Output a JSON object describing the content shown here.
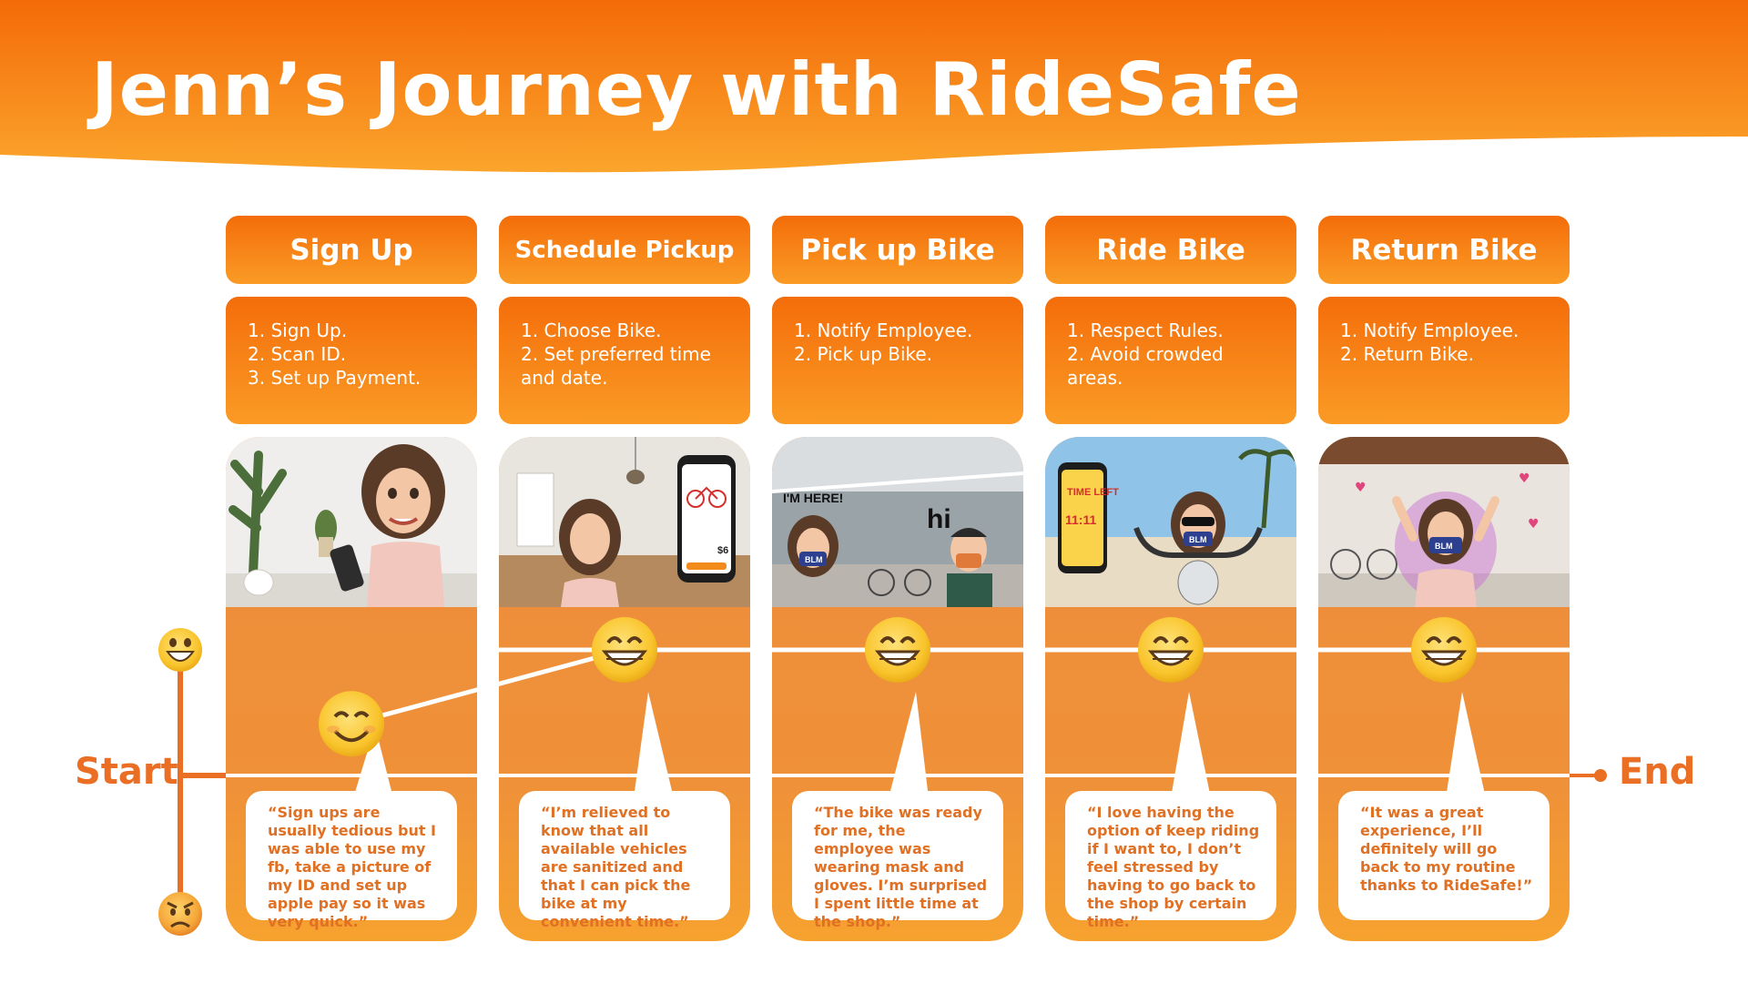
{
  "title": "Jenn’s Journey with RideSafe",
  "colors": {
    "brand_orange": "#f46d0a",
    "light_orange": "#fa9b25",
    "body_orange": "#ef8f3a",
    "accent_text": "#ea6f24"
  },
  "axis": {
    "start_label": "Start",
    "end_label": "End",
    "top_icon": "grinning-face-icon",
    "bottom_icon": "angry-face-icon"
  },
  "stages": [
    {
      "name": "Sign Up",
      "steps": [
        "1. Sign Up.",
        "2. Scan ID.",
        "3. Set up Payment."
      ],
      "scene_icon": "phone-selfie-icon",
      "emotion": "smiling-face-icon",
      "emotion_level": 0.72,
      "quote": "“Sign ups are usually tedious but I was able to use my fb, take a picture of my ID and set up apple pay so it was very quick.”"
    },
    {
      "name": "Schedule Pickup",
      "steps": [
        "1. Choose Bike.",
        "2. Set preferred time and date."
      ],
      "scene_icon": "phone-booking-icon",
      "scene_texts": [
        "$6"
      ],
      "emotion": "grinning-face-icon",
      "emotion_level": 1.0,
      "quote": "“I’m relieved to know that all available vehicles are sanitized and that I can pick the bike at my convenient time.”"
    },
    {
      "name": "Pick up Bike",
      "steps": [
        "1. Notify Employee.",
        "2. Pick up Bike."
      ],
      "scene_icon": "bike-shop-icon",
      "scene_texts": [
        "I'M HERE!",
        "hi",
        "BLM"
      ],
      "emotion": "grinning-face-icon",
      "emotion_level": 1.0,
      "quote": "“The bike was ready for me, the employee was wearing mask and gloves. I’m surprised I spent little time at the shop.”"
    },
    {
      "name": "Ride Bike",
      "steps": [
        "1. Respect Rules.",
        "2. Avoid crowded areas."
      ],
      "scene_icon": "beach-ride-icon",
      "scene_texts": [
        "TIME LEFT",
        "11:11",
        "BLM"
      ],
      "emotion": "grinning-face-icon",
      "emotion_level": 1.0,
      "quote": "“I love having the option of keep riding if I want to, I don’t feel stressed by having to go back to the shop by certain time.”"
    },
    {
      "name": "Return Bike",
      "steps": [
        "1. Notify Employee.",
        "2. Return Bike."
      ],
      "scene_icon": "celebration-icon",
      "scene_texts": [
        "BLM"
      ],
      "emotion": "grinning-face-icon",
      "emotion_level": 1.0,
      "quote": "“It was a great experience, I’ll definitely will go back to my routine thanks to RideSafe!”"
    }
  ]
}
